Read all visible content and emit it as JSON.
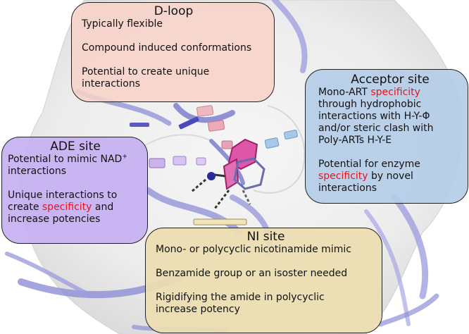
{
  "d_loop": {
    "title": "D-loop",
    "line1": "Typically flexible",
    "line2": "Compound induced conformations",
    "line3a": "Potential to create unique",
    "line3b": "interactions"
  },
  "acceptor": {
    "title": "Acceptor site",
    "l1_pre": "Mono-ART ",
    "l1_red": "specificity",
    "l2": "through hydrophobic",
    "l3": "interactions with H-Y-Φ",
    "l4": "and/or steric clash with",
    "l5": "Poly-ARTs H-Y-E",
    "l6": "Potential for enzyme",
    "l7_red": "specificity",
    "l7_post": " by novel",
    "l8": "interactions"
  },
  "ade": {
    "title": "ADE site",
    "l1": "Potential to mimic NAD",
    "l1_sup": "+",
    "l2": "interactions",
    "l3": "Unique interactions to",
    "l4_pre": "create ",
    "l4_red": "specificity",
    "l4_post": " and",
    "l5": "increase potencies"
  },
  "ni": {
    "title": "NI site",
    "l1": "Mono- or polycyclic nicotinamide mimic",
    "l2": "Benzamide group or an isoster needed",
    "l3": "Rigidifying the amide in polycyclic",
    "l4": "increase potency"
  },
  "colors": {
    "highlight_text": "#e8141b",
    "d_loop_box": "#f8d2c8",
    "acceptor_box": "#b4cce8",
    "ade_box": "#c6b0f2",
    "ni_box": "#ecdeb0",
    "protein_ribbon": "#8e8ed6",
    "ligand": "#d6409a"
  }
}
